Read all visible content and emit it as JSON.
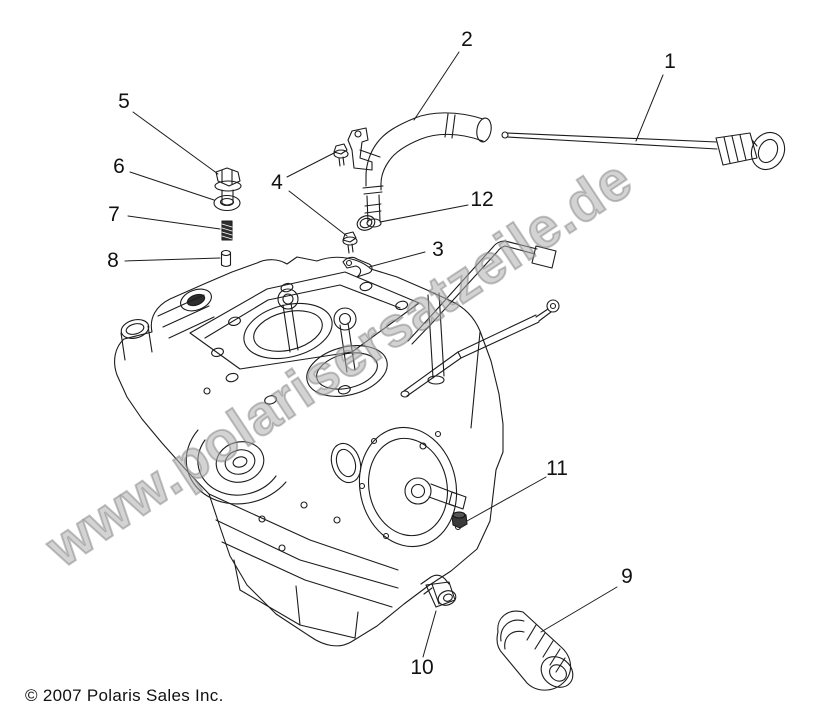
{
  "watermark": {
    "text": "www.polarisersatzeile.de",
    "color": "#9a9a9a"
  },
  "copyright": {
    "text": "© 2007 Polaris Sales Inc."
  },
  "callouts": [
    {
      "label": "1"
    },
    {
      "label": "2"
    },
    {
      "label": "3"
    },
    {
      "label": "4"
    },
    {
      "label": "5"
    },
    {
      "label": "6"
    },
    {
      "label": "7"
    },
    {
      "label": "8"
    },
    {
      "label": "9"
    },
    {
      "label": "10"
    },
    {
      "label": "11"
    },
    {
      "label": "12"
    }
  ]
}
